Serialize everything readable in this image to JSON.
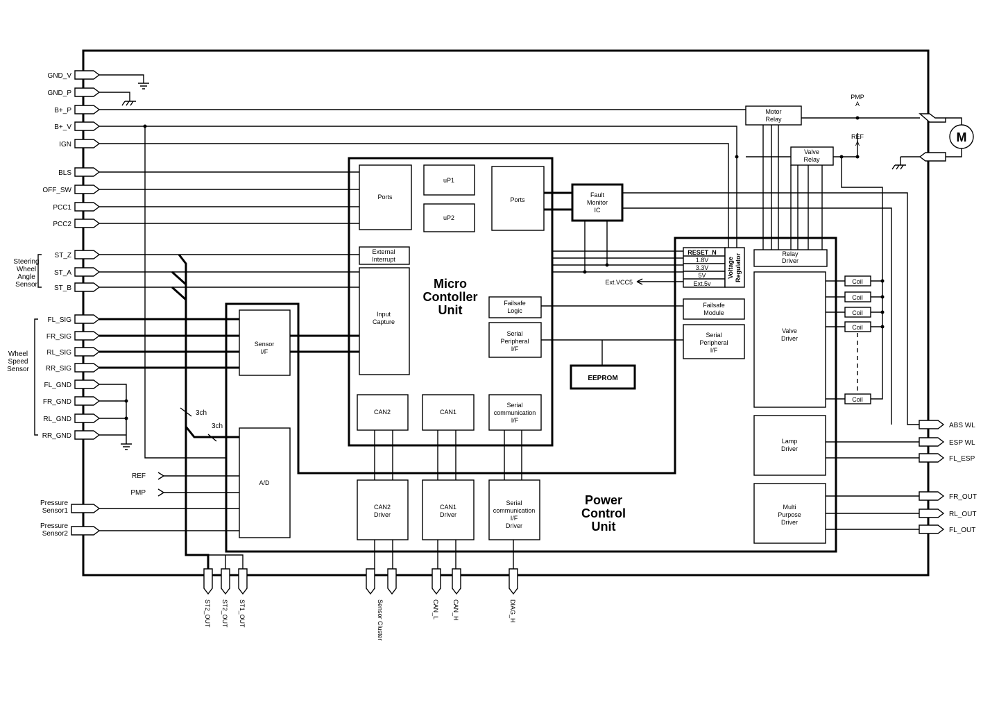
{
  "connectors_left": [
    "GND_V",
    "GND_P",
    "B+_P",
    "B+_V",
    "IGN",
    "BLS",
    "OFF_SW",
    "PCC1",
    "PCC2",
    "ST_Z",
    "ST_A",
    "ST_B",
    "FL_SIG",
    "FR_SIG",
    "RL_SIG",
    "RR_SIG",
    "FL_GND",
    "FR_GND",
    "RL_GND",
    "RR_GND"
  ],
  "group_labels": {
    "steering": [
      "Steering",
      "Wheel",
      "Angle",
      "Sensor"
    ],
    "wheel_speed": [
      "Wheel",
      "Speed",
      "Sensor"
    ],
    "pressure1": [
      "Pressure",
      "Sensor1"
    ],
    "pressure2": [
      "Pressure",
      "Sensor2"
    ],
    "ref": "REF",
    "pmp": "PMP"
  },
  "connectors_right": [
    "ABS WL",
    "ESP WL",
    "FL_ESP",
    "FR_OUT",
    "RL_OUT",
    "FL_OUT"
  ],
  "connectors_bottom": [
    "ST2_OUT",
    "ST2_OUT",
    "ST1_OUT",
    "Sensor Cluster",
    "CAN_L",
    "CAN_H",
    "DIAG_H"
  ],
  "mcu": {
    "title": [
      "Micro",
      "Contoller",
      "Unit"
    ],
    "ports_left": "Ports",
    "up1": "uP1",
    "up2": "uP2",
    "ports_right": "Ports",
    "ext_interrupt": [
      "External",
      "Interrupt"
    ],
    "input_capture": [
      "Input",
      "Capture"
    ],
    "failsafe_logic": [
      "Failsafe",
      "Logic"
    ],
    "serial_peripheral": [
      "Serial",
      "Peripheral",
      "I/F"
    ],
    "can2": "CAN2",
    "can1": "CAN1",
    "serial_comm": [
      "Serial",
      "communication",
      "I/F"
    ]
  },
  "fault_monitor": [
    "Fault",
    "Monitor",
    "IC"
  ],
  "eeprom": "EEPROM",
  "pcu": {
    "title": [
      "Power",
      "Control",
      "Unit"
    ],
    "sensor_if": [
      "Sensor",
      "I/F"
    ],
    "ad": "A/D",
    "can2_driver": [
      "CAN2",
      "Driver"
    ],
    "can1_driver": [
      "CAN1",
      "Driver"
    ],
    "serial_driver": [
      "Serial",
      "communication",
      "I/F",
      "Driver"
    ],
    "reset": "RESET_N",
    "rails": [
      "1.8V",
      "3.3V",
      "5V",
      "Ext.5v"
    ],
    "voltage_regulator": [
      "Voltage",
      "Regulator"
    ],
    "failsafe_module": [
      "Failsafe",
      "Module"
    ],
    "serial_peripheral": [
      "Serial",
      "Peripheral",
      "I/F"
    ],
    "relay_driver": [
      "Relay",
      "Driver"
    ],
    "valve_driver": [
      "Valve",
      "Driver"
    ],
    "lamp_driver": [
      "Lamp",
      "Driver"
    ],
    "multi_driver": [
      "Multi",
      "Purpose",
      "Driver"
    ]
  },
  "ext_vcc": "Ext.VCC5",
  "ch3": "3ch",
  "motor_relay": [
    "Motor",
    "Relay"
  ],
  "valve_relay": [
    "Valve",
    "Relay"
  ],
  "coil": "Coil",
  "pmp_a": [
    "PMP",
    "A"
  ],
  "ref_a": [
    "REF",
    "A"
  ],
  "motor": "M"
}
